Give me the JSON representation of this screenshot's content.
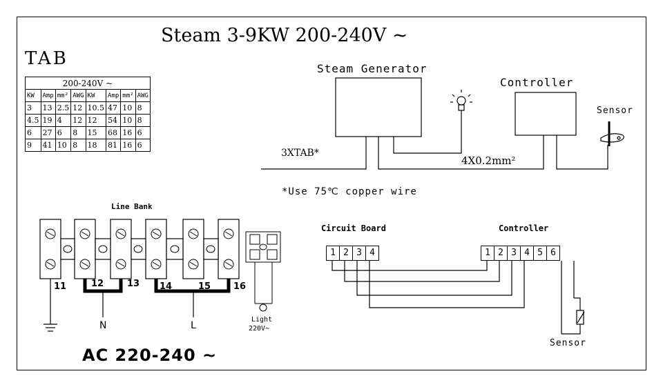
{
  "title": "Steam 3-9KW 200-240V ~",
  "tab_label": "TAB",
  "table": {
    "header": "200-240V ~",
    "columns": [
      "KW",
      "Amp",
      "mm²",
      "AWG",
      "KW",
      "Amp",
      "mm²",
      "AWG"
    ],
    "rows": [
      [
        "3",
        "13",
        "2.5",
        "12",
        "10.5",
        "47",
        "10",
        "8"
      ],
      [
        "4.5",
        "19",
        "4",
        "12",
        "12",
        "54",
        "10",
        "8"
      ],
      [
        "6",
        "27",
        "6",
        "8",
        "15",
        "68",
        "16",
        "6"
      ],
      [
        "9",
        "41",
        "10",
        "8",
        "18",
        "81",
        "16",
        "6"
      ]
    ]
  },
  "labels": {
    "steam_generator": "Steam Generator",
    "controller": "Controller",
    "sensor": "Sensor",
    "cable_3xtab": "3XTAB*",
    "cable_4x": "4X0.2mm²",
    "note": "*Use 75℃ copper wire",
    "line_bank": "Line Bank",
    "circuit_board": "Circuit Board",
    "controller2": "Controller",
    "sensor2": "Sensor",
    "ac": "AC 220-240 ~",
    "n": "N",
    "l": "L",
    "light1": "Light",
    "light2": "220V~"
  },
  "terminals": [
    "11",
    "12",
    "13",
    "14",
    "15",
    "16"
  ],
  "circuit_board_pins": [
    "1",
    "2",
    "3",
    "4"
  ],
  "controller_pins": [
    "1",
    "2",
    "3",
    "4",
    "5",
    "6"
  ]
}
